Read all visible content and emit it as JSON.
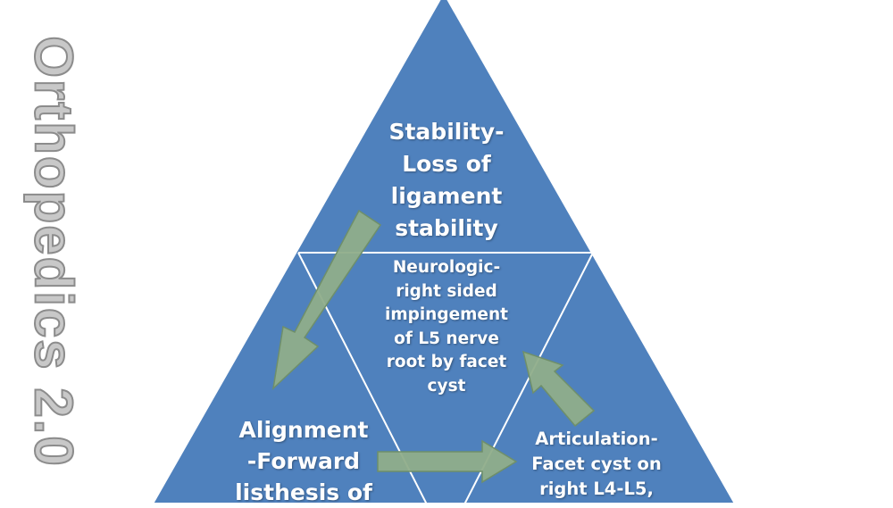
{
  "watermark": "Orthopedics 2.0",
  "stability": "Stability-\nLoss of\nligament\nstability",
  "neurologic": "Neurologic-\nright sided\nimpingement\nof L5 nerve\nroot by facet\ncyst",
  "alignment": "Alignment\n-Forward\nlisthesis of",
  "articulation": "Articulation-\nFacet cyst on\nright L4-L5,",
  "colors": {
    "triangle_fill": "#4f81bd",
    "divider": "#ffffff",
    "arrow_fill": "#8fad8a",
    "arrow_stroke": "#6f8f6a",
    "watermark_fill": "#c8c8c8"
  }
}
